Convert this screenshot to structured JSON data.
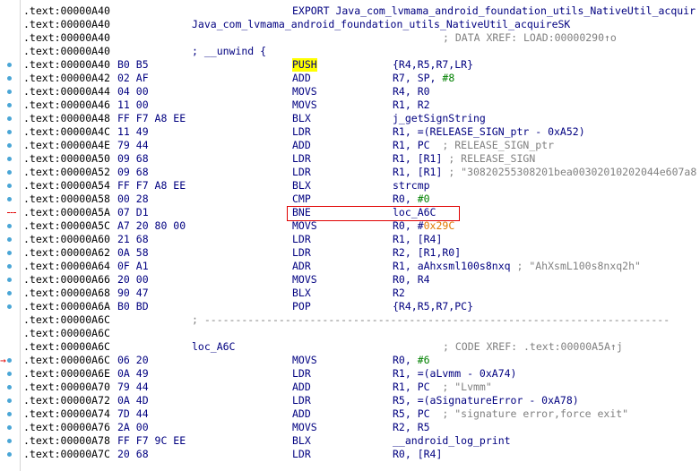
{
  "lines": [
    {
      "addr": ".text:00000A40",
      "export": "EXPORT Java_com_lvmama_android_foundation_utils_NativeUtil_acquir"
    },
    {
      "addr": ".text:00000A40",
      "label": "Java_com_lvmama_android_foundation_utils_NativeUtil_acquireSK"
    },
    {
      "addr": ".text:00000A40",
      "xref": "; DATA XREF: LOAD:00000290↑o"
    },
    {
      "addr": ".text:00000A40",
      "label": "; __unwind {"
    },
    {
      "addr": ".text:00000A40",
      "bytes": "B0 B5",
      "mnem": "PUSH",
      "ops": "{R4,R5,R7,LR}"
    },
    {
      "addr": ".text:00000A42",
      "bytes": "02 AF",
      "mnem": "ADD",
      "ops": "R7, SP, ",
      "num": "#8"
    },
    {
      "addr": ".text:00000A44",
      "bytes": "04 00",
      "mnem": "MOVS",
      "ops": "R4, R0"
    },
    {
      "addr": ".text:00000A46",
      "bytes": "11 00",
      "mnem": "MOVS",
      "ops": "R1, R2"
    },
    {
      "addr": ".text:00000A48",
      "bytes": "FF F7 A8 EE",
      "mnem": "BLX",
      "ops": "j_getSignString"
    },
    {
      "addr": ".text:00000A4C",
      "bytes": "11 49",
      "mnem": "LDR",
      "ops": "R1, =(RELEASE_SIGN_ptr - 0xA52)"
    },
    {
      "addr": ".text:00000A4E",
      "bytes": "79 44",
      "mnem": "ADD",
      "ops": "R1, PC",
      "comment": "  ; RELEASE_SIGN_ptr"
    },
    {
      "addr": ".text:00000A50",
      "bytes": "09 68",
      "mnem": "LDR",
      "ops": "R1, [R1]",
      "comment": " ; RELEASE_SIGN"
    },
    {
      "addr": ".text:00000A52",
      "bytes": "09 68",
      "mnem": "LDR",
      "ops": "R1, [R1]",
      "comment": " ; \"30820255308201bea00302010202044e607a8"
    },
    {
      "addr": ".text:00000A54",
      "bytes": "FF F7 A8 EE",
      "mnem": "BLX",
      "ops": "strcmp"
    },
    {
      "addr": ".text:00000A58",
      "bytes": "00 28",
      "mnem": "CMP",
      "ops": "R0, ",
      "num": "#0"
    },
    {
      "addr": ".text:00000A5A",
      "bytes": "07 D1",
      "mnem": "BNE",
      "ops": "loc_A6C"
    },
    {
      "addr": ".text:00000A5C",
      "bytes": "A7 20 80 00",
      "mnem": "MOVS",
      "ops": "R0, #",
      "hex": "0x29C"
    },
    {
      "addr": ".text:00000A60",
      "bytes": "21 68",
      "mnem": "LDR",
      "ops": "R1, [R4]"
    },
    {
      "addr": ".text:00000A62",
      "bytes": "0A 58",
      "mnem": "LDR",
      "ops": "R2, [R1,R0]"
    },
    {
      "addr": ".text:00000A64",
      "bytes": "0F A1",
      "mnem": "ADR",
      "ops": "R1, aAhxsml100s8nxq",
      "comment": " ; \"AhXsmL100s8nxq2h\""
    },
    {
      "addr": ".text:00000A66",
      "bytes": "20 00",
      "mnem": "MOVS",
      "ops": "R0, R4"
    },
    {
      "addr": ".text:00000A68",
      "bytes": "90 47",
      "mnem": "BLX",
      "ops": "R2"
    },
    {
      "addr": ".text:00000A6A",
      "bytes": "B0 BD",
      "mnem": "POP",
      "ops": "{R4,R5,R7,PC}"
    },
    {
      "addr": ".text:00000A6C",
      "sep": "; ---------------------------------------------------------------------------"
    },
    {
      "addr": ".text:00000A6C"
    },
    {
      "addr": ".text:00000A6C",
      "label": "loc_A6C",
      "xref": "; CODE XREF: .text:00000A5A↑j"
    },
    {
      "addr": ".text:00000A6C",
      "bytes": "06 20",
      "mnem": "MOVS",
      "ops": "R0, ",
      "num": "#6"
    },
    {
      "addr": ".text:00000A6E",
      "bytes": "0A 49",
      "mnem": "LDR",
      "ops": "R1, =(aLvmm - 0xA74)"
    },
    {
      "addr": ".text:00000A70",
      "bytes": "79 44",
      "mnem": "ADD",
      "ops": "R1, PC",
      "comment": "  ; \"Lvmm\""
    },
    {
      "addr": ".text:00000A72",
      "bytes": "0A 4D",
      "mnem": "LDR",
      "ops": "R5, =(aSignatureError - 0xA78)"
    },
    {
      "addr": ".text:00000A74",
      "bytes": "7D 44",
      "mnem": "ADD",
      "ops": "R5, PC",
      "comment": "  ; \"signature error,force exit\""
    },
    {
      "addr": ".text:00000A76",
      "bytes": "2A 00",
      "mnem": "MOVS",
      "ops": "R2, R5"
    },
    {
      "addr": ".text:00000A78",
      "bytes": "FF F7 9C EE",
      "mnem": "BLX",
      "ops": "__android_log_print"
    },
    {
      "addr": ".text:00000A7C",
      "bytes": "20 68",
      "mnem": "LDR",
      "ops": "R0, [R4]"
    }
  ]
}
